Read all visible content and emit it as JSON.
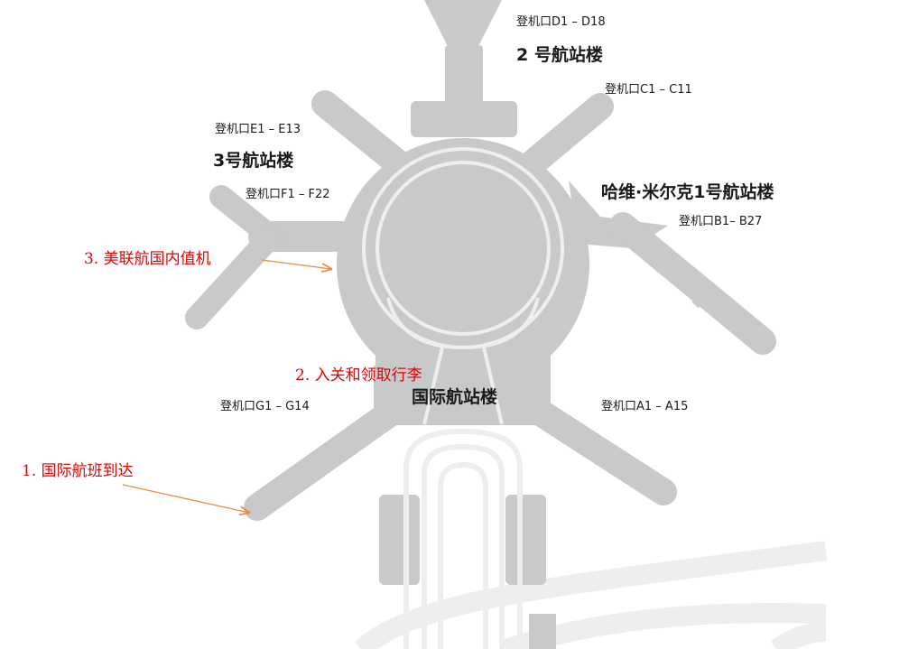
{
  "colors": {
    "building": "#c8c9ca",
    "road": "#eeeeee",
    "text": "#1a1a1a",
    "annotation": "#e60000",
    "arrow": "#f08a3c"
  },
  "terminals": {
    "t2": "2 号航站楼",
    "t3": "3号航站楼",
    "t1": "哈维·米尔克1号航站楼",
    "intl": "国际航站楼"
  },
  "gates": {
    "d": "登机口D1 – D18",
    "c": "登机口C1 – C11",
    "e": "登机口E1 – E13",
    "f": "登机口F1 – F22",
    "b": "登机口B1– B27",
    "g": "登机口G1 – G14",
    "a": "登机口A1 – A15"
  },
  "annotations": {
    "step1": "1. 国际航班到达",
    "step2": "2. 入关和领取行李",
    "step3": "3. 美联航国内值机"
  }
}
